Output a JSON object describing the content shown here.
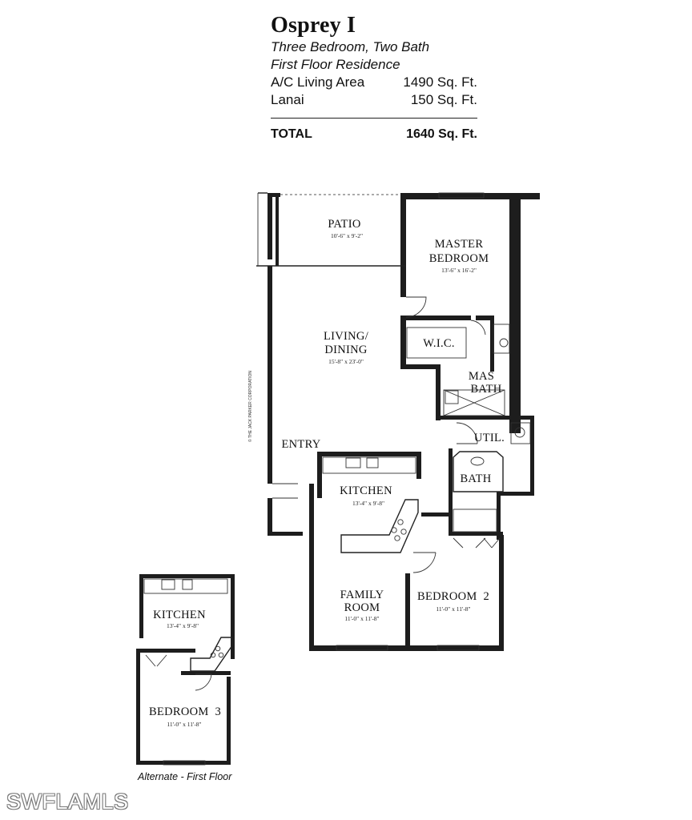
{
  "header": {
    "title": "Osprey I",
    "subtitle_1": "Three Bedroom, Two Bath",
    "subtitle_2": "First Floor Residence",
    "rows": [
      {
        "label": "A/C Living Area",
        "value": "1490 Sq. Ft."
      },
      {
        "label": "Lanai",
        "value": "150 Sq. Ft."
      }
    ],
    "total": {
      "label": "TOTAL",
      "value": "1640 Sq. Ft."
    }
  },
  "rooms": {
    "patio": {
      "name": "PATIO",
      "dims": "10'-6\" x 9'-2\""
    },
    "master_bedroom": {
      "name_1": "MASTER",
      "name_2": "BEDROOM",
      "dims": "13'-6\" x 16'-2\""
    },
    "living_dining": {
      "name_1": "LIVING/",
      "name_2": "DINING",
      "dims": "15'-8\" x 23'-0\""
    },
    "wic": {
      "name": "W.I.C."
    },
    "mas_bath": {
      "name_1": "MAS",
      "name_2": "BATH"
    },
    "util": {
      "name": "UTIL."
    },
    "entry": {
      "name": "ENTRY"
    },
    "kitchen": {
      "name": "KITCHEN",
      "dims": "13'-4\" x 9'-8\""
    },
    "bath": {
      "name": "BATH"
    },
    "family_room": {
      "name_1": "FAMILY",
      "name_2": "ROOM",
      "dims": "11'-0\" x 11'-8\""
    },
    "bedroom_2": {
      "name": "BEDROOM  2",
      "dims": "11'-0\" x 11'-8\""
    }
  },
  "alternate": {
    "kitchen": {
      "name": "KITCHEN",
      "dims": "13'-4\" x 9'-8\""
    },
    "bedroom_3": {
      "name": "BEDROOM  3",
      "dims": "11'-0\" x 11'-8\""
    },
    "caption": "Alternate - First Floor"
  },
  "copyright": "© THE JACK PARKER CORPORATION",
  "watermark": "SWFLAMLS"
}
